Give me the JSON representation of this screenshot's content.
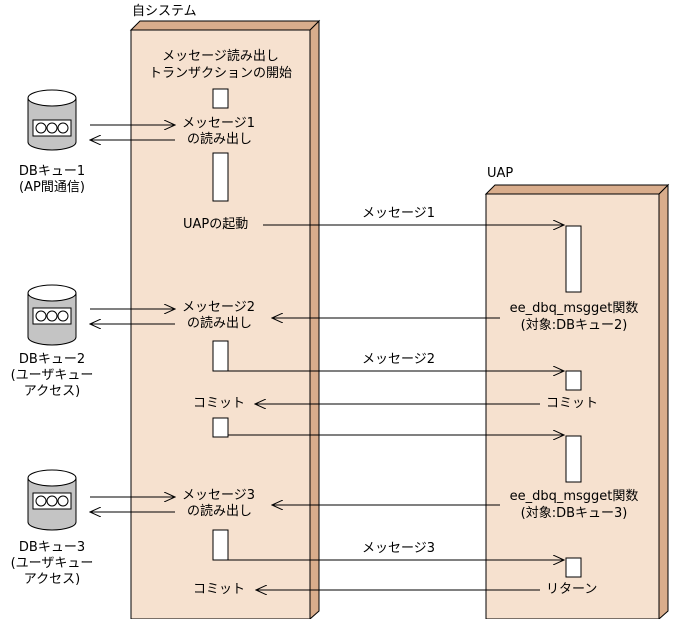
{
  "own_system": {
    "title": "自システム"
  },
  "uap": {
    "title": "UAP"
  },
  "own_labels": {
    "start_tx_1": "メッセージ読み出し",
    "start_tx_2": "トランザクションの開始",
    "read1_1": "メッセージ1",
    "read1_2": "の読み出し",
    "uap_start": "UAPの起動",
    "read2_1": "メッセージ2",
    "read2_2": "の読み出し",
    "commit1": "コミット",
    "read3_1": "メッセージ3",
    "read3_2": "の読み出し",
    "commit2": "コミット"
  },
  "queues": [
    {
      "line1": "DBキュー1",
      "line2": "(AP間通信)",
      "line3": ""
    },
    {
      "line1": "DBキュー2",
      "line2": "(ユーザキュー",
      "line3": "アクセス)"
    },
    {
      "line1": "DBキュー3",
      "line2": "(ユーザキュー",
      "line3": "アクセス)"
    }
  ],
  "messages": {
    "m1": "メッセージ1",
    "m2": "メッセージ2",
    "m3": "メッセージ3"
  },
  "uap_labels": {
    "call1_1": "ee_dbq_msgget関数",
    "call1_2": "(対象:DBキュー2)",
    "commit": "コミット",
    "call2_1": "ee_dbq_msgget関数",
    "call2_2": "(対象:DBキュー3)",
    "return": "リターン"
  },
  "colors": {
    "panel_fill": "#f6e1cf",
    "panel_side": "#d9ad8c",
    "queue_fill": "#c4c4c4"
  }
}
